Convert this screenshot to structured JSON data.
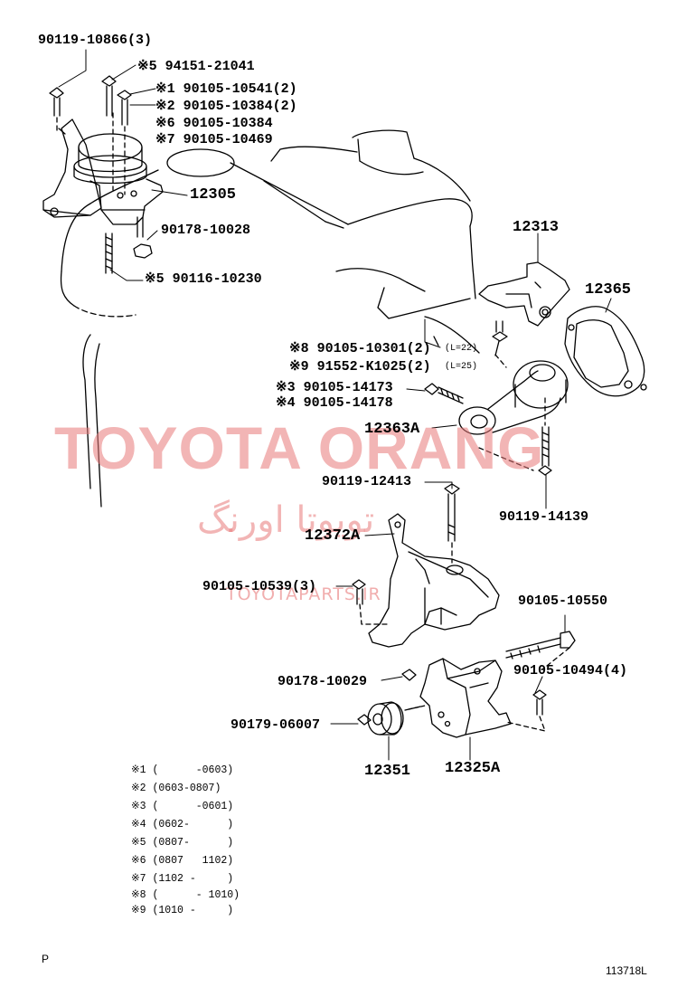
{
  "watermark": {
    "main": "TOYOTA ORANG",
    "farsi": "تویوتا اورنگ",
    "site": "TOYOTAPARTS.IR"
  },
  "parts": {
    "p90119_10866": "90119-10866(3)",
    "p94151_21041": "※5 94151-21041",
    "p90105_10541": "※1 90105-10541(2)",
    "p90105_10384_2": "※2 90105-10384(2)",
    "p90105_10384_6": "※6 90105-10384",
    "p90105_10469": "※7 90105-10469",
    "p12305": "12305",
    "p90178_10028": "90178-10028",
    "p90116_10230": "※5 90116-10230",
    "p12313": "12313",
    "p12365": "12365",
    "p90105_10301": "※8 90105-10301(2)",
    "p90105_10301_sub": "(L=22)",
    "p91552_K1025": "※9 91552-K1025(2)",
    "p91552_K1025_sub": "(L=25)",
    "p90105_14173": "※3 90105-14173",
    "p90105_14178": "※4 90105-14178",
    "p12363A": "12363A",
    "p90119_12413": "90119-12413",
    "p90119_14139": "90119-14139",
    "p12372A": "12372A",
    "p90105_10539": "90105-10539(3)",
    "p90105_10550": "90105-10550",
    "p90105_10494": "90105-10494(4)",
    "p90178_10029": "90178-10029",
    "p90179_06007": "90179-06007",
    "p12351": "12351",
    "p12325A": "12325A"
  },
  "notes": [
    "※1 (      -0603)",
    "※2 (0603-0807)",
    "※3 (      -0601)",
    "※4 (0602-      )",
    "※5 (0807-      )",
    "※6 (0807   1102)",
    "※7 (1102 -     )",
    "※8 (      - 1010)",
    "※9 (1010 -     )"
  ],
  "footer": {
    "left": "P",
    "right": "113718L"
  }
}
